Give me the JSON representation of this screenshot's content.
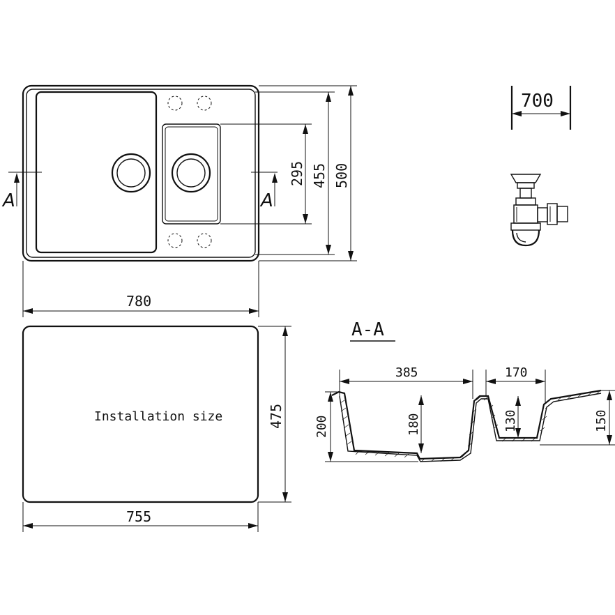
{
  "dimensions": {
    "overall_width": "780",
    "overall_depth": "500",
    "inner_depth": "455",
    "small_bowl_depth": "295",
    "cabinet_width": "700",
    "cutout_width": "755",
    "cutout_depth": "475",
    "big_bowl_width": "385",
    "small_bowl_width": "170",
    "big_bowl_depth": "180",
    "small_bowl_inner_depth": "130",
    "total_height": "200",
    "rim_height": "150"
  },
  "labels": {
    "section_mark": "A",
    "section_title": "A-A",
    "installation": "Installation size"
  },
  "icons": [
    "siphon-icon"
  ]
}
